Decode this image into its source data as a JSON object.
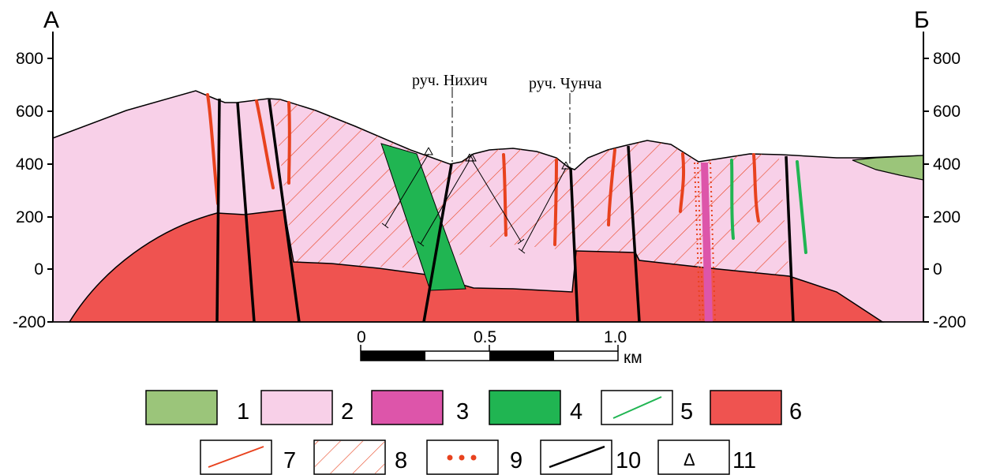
{
  "section": {
    "label_left": "А",
    "label_right": "Б",
    "y_ticks": [
      "800",
      "600",
      "400",
      "200",
      "0",
      "-200"
    ],
    "y_ticks_right": [
      "800",
      "600",
      "400",
      "200",
      "0",
      "-200"
    ],
    "streams": [
      "руч. Нихич",
      "руч. Чунча"
    ]
  },
  "scale_bar": {
    "ticks": [
      "0",
      "0.5",
      "1.0"
    ],
    "unit": "км"
  },
  "legend": {
    "items": [
      {
        "num": "1",
        "kind": "fill",
        "color": "#9bc57a"
      },
      {
        "num": "2",
        "kind": "fill",
        "color": "#f8d0e8"
      },
      {
        "num": "3",
        "kind": "fill",
        "color": "#dd55aa"
      },
      {
        "num": "4",
        "kind": "fill",
        "color": "#20b552"
      },
      {
        "num": "5",
        "kind": "green-line",
        "color": "#20b552"
      },
      {
        "num": "6",
        "kind": "fill",
        "color": "#ef5350"
      },
      {
        "num": "7",
        "kind": "red-line",
        "color": "#e8421e"
      },
      {
        "num": "8",
        "kind": "hatch",
        "color": "#e8421e"
      },
      {
        "num": "9",
        "kind": "dots",
        "color": "#e8421e"
      },
      {
        "num": "10",
        "kind": "black-line",
        "color": "#000000"
      },
      {
        "num": "11",
        "kind": "triangle",
        "symbol": "Δ"
      }
    ]
  },
  "colors": {
    "pink_rock": "#f8d0e8",
    "red_granite": "#ef5350",
    "dike_green": "#20b552",
    "olive_cover": "#9bc57a",
    "magenta_dike": "#dd55aa",
    "vein_red": "#e8421e"
  }
}
